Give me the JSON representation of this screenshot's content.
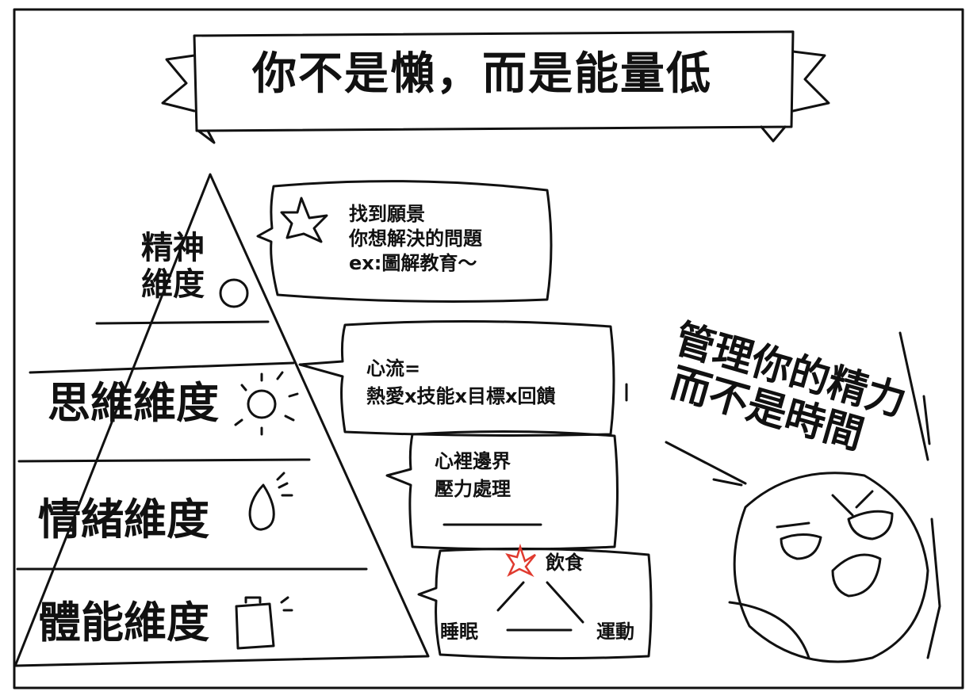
{
  "title": "你不是懶，而是能量低",
  "pyramid": {
    "levels": [
      {
        "line1": "精神",
        "line2": "維度"
      },
      {
        "label": "思維維度"
      },
      {
        "label": "情緒維度"
      },
      {
        "label": "體能維度"
      }
    ]
  },
  "bubbles": {
    "spirit": [
      "找到願景",
      "你想解決的問題",
      "ex:圖解教育～"
    ],
    "thinking": [
      "心流=",
      "熱愛x技能x目標x回饋"
    ],
    "emotion": [
      "心裡邊界",
      "壓力處理"
    ],
    "physical": {
      "top": "飲食",
      "left": "睡眠",
      "right": "運動"
    }
  },
  "slogan": [
    "管理你的精力",
    "而不是時間"
  ],
  "colors": {
    "ink": "#111111",
    "star": "#e03a2f"
  }
}
